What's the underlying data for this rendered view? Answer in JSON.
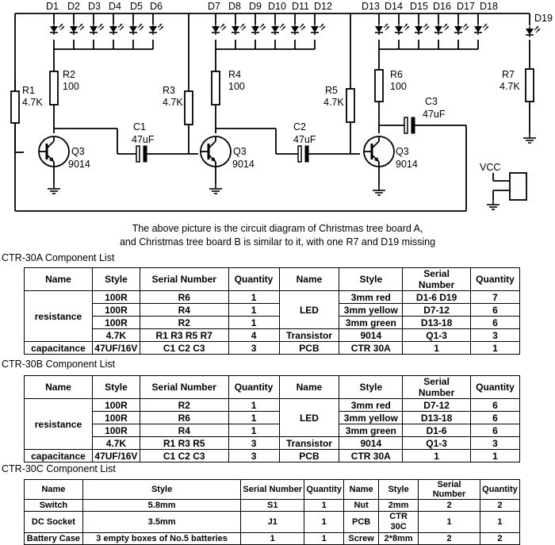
{
  "schematic": {
    "labels": {
      "D1": "D1",
      "D2": "D2",
      "D3": "D3",
      "D4": "D4",
      "D5": "D5",
      "D6": "D6",
      "D7": "D7",
      "D8": "D8",
      "D9": "D9",
      "D10": "D10",
      "D11": "D11",
      "D12": "D12",
      "D13": "D13",
      "D14": "D14",
      "D15": "D15",
      "D16": "D16",
      "D17": "D17",
      "D18": "D18",
      "D19": "D19",
      "R1": "R1",
      "R1v": "4.7K",
      "R2": "R2",
      "R2v": "100",
      "R3": "R3",
      "R3v": "4.7K",
      "R4": "R4",
      "R4v": "100",
      "R5": "R5",
      "R5v": "4.7K",
      "R6": "R6",
      "R6v": "100",
      "R7": "R7",
      "R7v": "4.7K",
      "C1": "C1",
      "C1v": "47uF",
      "C2": "C2",
      "C2v": "47uF",
      "C3": "C3",
      "C3v": "47uF",
      "Q": "Q3",
      "Qv": "9014",
      "VCC": "VCC"
    }
  },
  "caption": {
    "line1": "The above picture is the circuit diagram of Christmas tree board A,",
    "line2": "and Christmas tree board B is similar to it, with one R7 and D19 missing"
  },
  "sections": {
    "a_title": "CTR-30A Component List",
    "b_title": "CTR-30B Component List",
    "c_title": "CTR-30C Component List"
  },
  "table_a": {
    "headers": [
      "Name",
      "Style",
      "Serial Number",
      "Quantity",
      "Name",
      "Style",
      "Serial Number",
      "Quantity"
    ],
    "resistance": "resistance",
    "led": "LED",
    "rows": [
      [
        "100R",
        "R6",
        "1",
        "3mm red",
        "D1-6 D19",
        "7"
      ],
      [
        "100R",
        "R4",
        "1",
        "3mm yellow",
        "D7-12",
        "6"
      ],
      [
        "100R",
        "R2",
        "1",
        "3mm green",
        "D13-18",
        "6"
      ],
      [
        "4.7K",
        "R1 R3 R5 R7",
        "4",
        "Transistor",
        "9014",
        "Q1-3",
        "3"
      ],
      [
        "capacitance",
        "47UF/16V",
        "C1 C2 C3",
        "3",
        "PCB",
        "CTR 30A",
        "1",
        "1"
      ]
    ]
  },
  "table_b": {
    "headers": [
      "Name",
      "Style",
      "Serial Number",
      "Quantity",
      "Name",
      "Style",
      "Serial Number",
      "Quantity"
    ],
    "resistance": "resistance",
    "led": "LED",
    "rows": [
      [
        "100R",
        "R2",
        "1",
        "3mm red",
        "D7-12",
        "6"
      ],
      [
        "100R",
        "R6",
        "1",
        "3mm yellow",
        "D13-18",
        "6"
      ],
      [
        "100R",
        "R4",
        "1",
        "3mm green",
        "D1-6",
        "6"
      ],
      [
        "4.7K",
        "R1 R3 R5",
        "3",
        "Transistor",
        "9014",
        "Q1-3",
        "3"
      ],
      [
        "capacitance",
        "47UF/16V",
        "C1 C2 C3",
        "3",
        "PCB",
        "CTR 30A",
        "1",
        "1"
      ]
    ]
  },
  "table_c": {
    "headers": [
      "Name",
      "Style",
      "Serial Number",
      "Quantity",
      "Name",
      "Style",
      "Serial Number",
      "Quantity"
    ],
    "rows": [
      [
        "Switch",
        "5.8mm",
        "S1",
        "1",
        "Nut",
        "2mm",
        "2",
        "2"
      ],
      [
        "DC Socket",
        "3.5mm",
        "J1",
        "1",
        "PCB",
        "CTR 30C",
        "1",
        "1"
      ],
      [
        "Battery Case",
        "3 empty boxes of No.5 batteries",
        "1",
        "1",
        "Screw",
        "2*8mm",
        "2",
        "2"
      ]
    ]
  }
}
